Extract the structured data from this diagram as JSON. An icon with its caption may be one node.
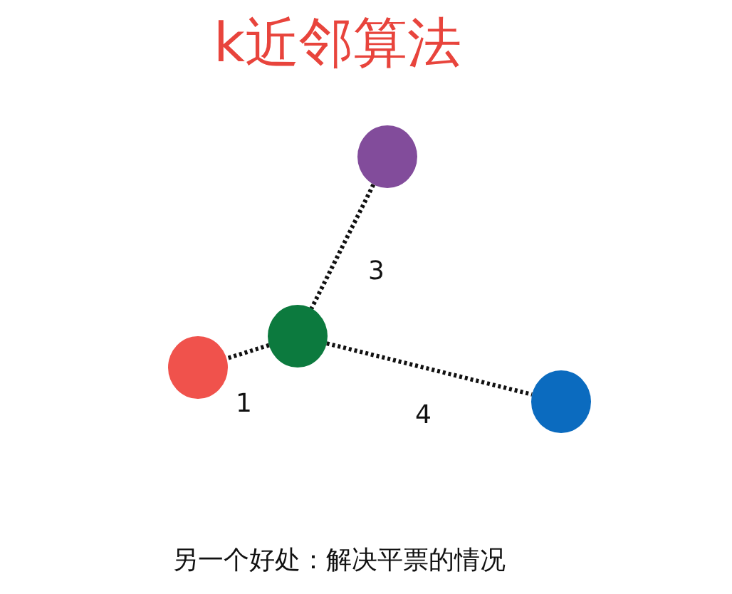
{
  "diagram": {
    "title": "k近邻算法",
    "caption": "另一个好处：解决平票的情况",
    "nodes": [
      {
        "text": [],
        "shape": "circle"
      },
      {
        "text": [],
        "shape": "circle"
      },
      {
        "text": [],
        "shape": "circle"
      },
      {
        "text": [],
        "shape": "circle"
      }
    ],
    "edges": [
      {
        "from": 1,
        "to": 0,
        "arrow": "none",
        "label": "1"
      },
      {
        "from": 1,
        "to": 2,
        "arrow": "none",
        "label": "3"
      },
      {
        "from": 1,
        "to": 3,
        "arrow": "none",
        "label": "4"
      }
    ]
  }
}
